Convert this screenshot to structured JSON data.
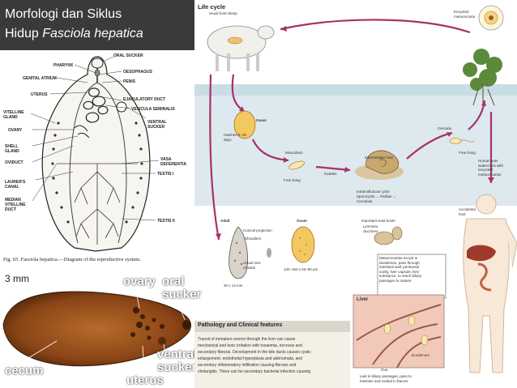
{
  "title": {
    "line1": "Morfologi dan Siklus",
    "line2_plain": "Hidup ",
    "line2_italic": "Fasciola hepatica"
  },
  "anatomy": {
    "labels": {
      "oral_sucker": "ORAL SUCKER",
      "pharynx": "PHARYNX",
      "oesophagus": "OESOPHAGUS",
      "genital_atrium": "GENITAL ATRIUM",
      "penis": "PENIS",
      "uterus": "UTERUS",
      "ejaculatory_duct": "EJACULATORY DUCT",
      "vesicula_seminalis": "VESICULA SEMINALIS",
      "vitelline_gland": "VITELLINE GLAND",
      "ventral_sucker": "VENTRAL SUCKER",
      "ovary": "OVARY",
      "shell_gland": "SHELL GLAND",
      "oviduct": "OVIDUCT",
      "vasa_deferentia": "VASA DEFERENTIA",
      "laurers_canal": "LAURER'S CANAL",
      "median_vitelline_duct": "MEDIAN VITELLINE DUCT",
      "testis_1": "TESTIS I",
      "testis_2": "TESTIS II"
    },
    "caption": "Fig. 65.   Fasciola hepatica.—Diagram of the reproductive system."
  },
  "photo": {
    "scale": "3 mm",
    "ovary": "ovary",
    "oral_sucker": "oral sucker",
    "cecum": "cecum",
    "uterus": "uterus",
    "ventral_sucker": "ventral sucker"
  },
  "life_cycle": {
    "title": "Life cycle",
    "usual_host": "Usual host sheep",
    "encysted_meta": "Encysted metacercaria",
    "ovum": "Ovum",
    "hatches": "Hatches 9–15 days",
    "miracidium": "Miracidium",
    "free_living_1": "Free living",
    "invades": "invades",
    "intermediate_host": "Intermediate host",
    "intramolluscan": "Intramolluscan cycle",
    "sporocysts": "Sporocysts → Rediae → Cercariae",
    "cercaria": "Cercaria",
    "free_living_2": "Free living",
    "human_eats": "Human eats watercress with encysted metacercariae",
    "accidental_host": "Accidental host",
    "adult": "Adult",
    "conical": "Conical projection",
    "shoulders": "Shoulders",
    "actual_size": "Actual size of adult",
    "adult_size": "30 x 13 mm",
    "ovum2": "Ovum",
    "ovum_size": "130–150 x 63–90 µm",
    "snail_hosts": "Important snail hosts:",
    "lymnaea": "Lymnaea",
    "succinea": "Succinea",
    "metacercariae_text": [
      "Metacercariae excyst in",
      "duodenum, pass through",
      "intestinal wall, peritoneal",
      "cavity, liver capsule, liver",
      "substance, to reach biliary",
      "passages to mature"
    ],
    "liver": "Liver",
    "duodenum": "Duodenum",
    "ova": "Ova",
    "ova_text": [
      "Laid in biliary passages, pass to",
      "intestine and voided in faeces"
    ]
  },
  "pathology": {
    "title": "Pathology and Clinical features",
    "lines": [
      "Transit of immature worms through the liver can cause",
      "mechanical and toxic irritation with toxaemia, necrosis and",
      "secondary fibrosis. Development in the bile ducts causes cystic",
      "enlargement, endothelial hyperplasia and adenomata, and",
      "secondary inflammatory infiltration causing fibrosis and",
      "cholangitis. There can be secondary bacterial infection causing"
    ]
  }
}
